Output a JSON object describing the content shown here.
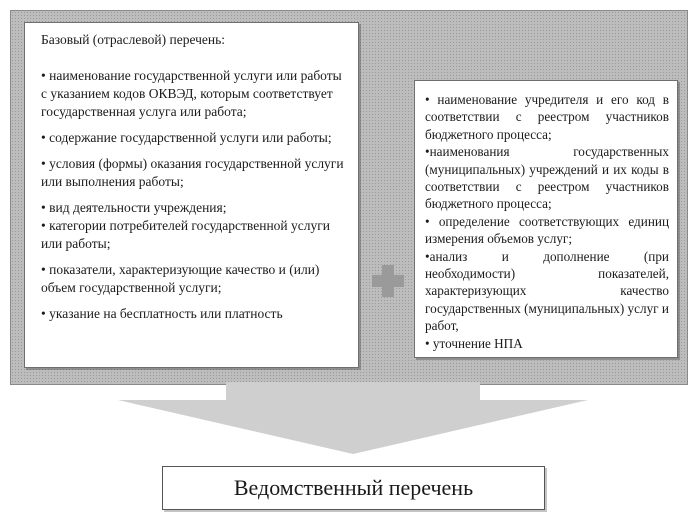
{
  "left_box": {
    "heading": "Базовый (отраслевой) перечень:",
    "items": [
      "• наименование государственной услуги или работы с указанием кодов ОКВЭД, которым соответствует государственная услуга или работа;",
      "• содержание государственной услуги или работы;",
      "• условия (формы) оказания государственной услуги или выполнения работы;",
      "• вид деятельности учреждения;",
      "• категории потребителей государственной услуги или работы;",
      "• показатели, характеризующие качество и (или) объем государственной услуги;",
      "• указание на бесплатность или платность"
    ]
  },
  "right_box": {
    "items": [
      "• наименование учредителя и его код в соответствии с реестром участников бюджетного процесса;",
      "•наименования государственных (муниципальных) учреждений и их коды в соответствии с реестром участников бюджетного процесса;",
      "• определение соответствующих единиц измерения объемов услуг;",
      "•анализ и дополнение (при необходимости) показателей, характеризующих качество государственных (муниципальных) услуг и работ,",
      "• уточнение НПА"
    ]
  },
  "bottom_box": {
    "label": "Ведомственный перечень"
  },
  "colors": {
    "panel_background": "#bdbdbd",
    "arrow_fill": "#cfcfcf",
    "plus_fill": "#9a9a9a"
  }
}
